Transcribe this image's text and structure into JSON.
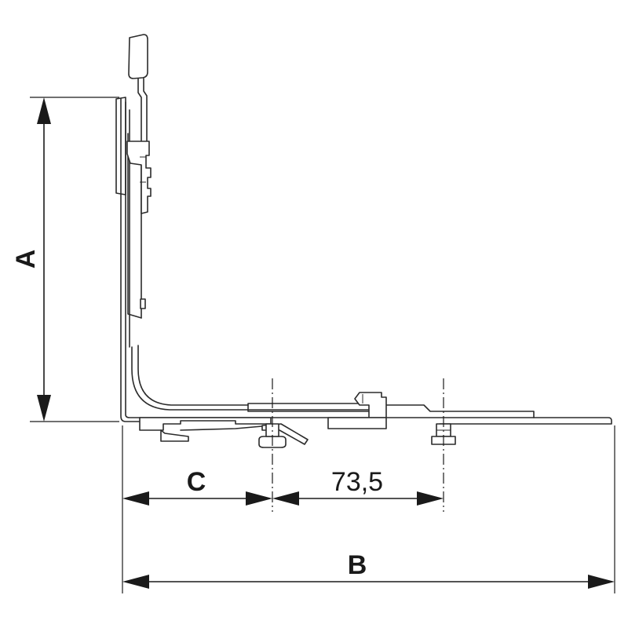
{
  "dimensions": {
    "a_label": "A",
    "b_label": "B",
    "c_label": "C",
    "spacing_label": "73,5"
  },
  "colors": {
    "line": "#2b2b2b",
    "dimension": "#1a1a1a",
    "background": "#ffffff"
  }
}
